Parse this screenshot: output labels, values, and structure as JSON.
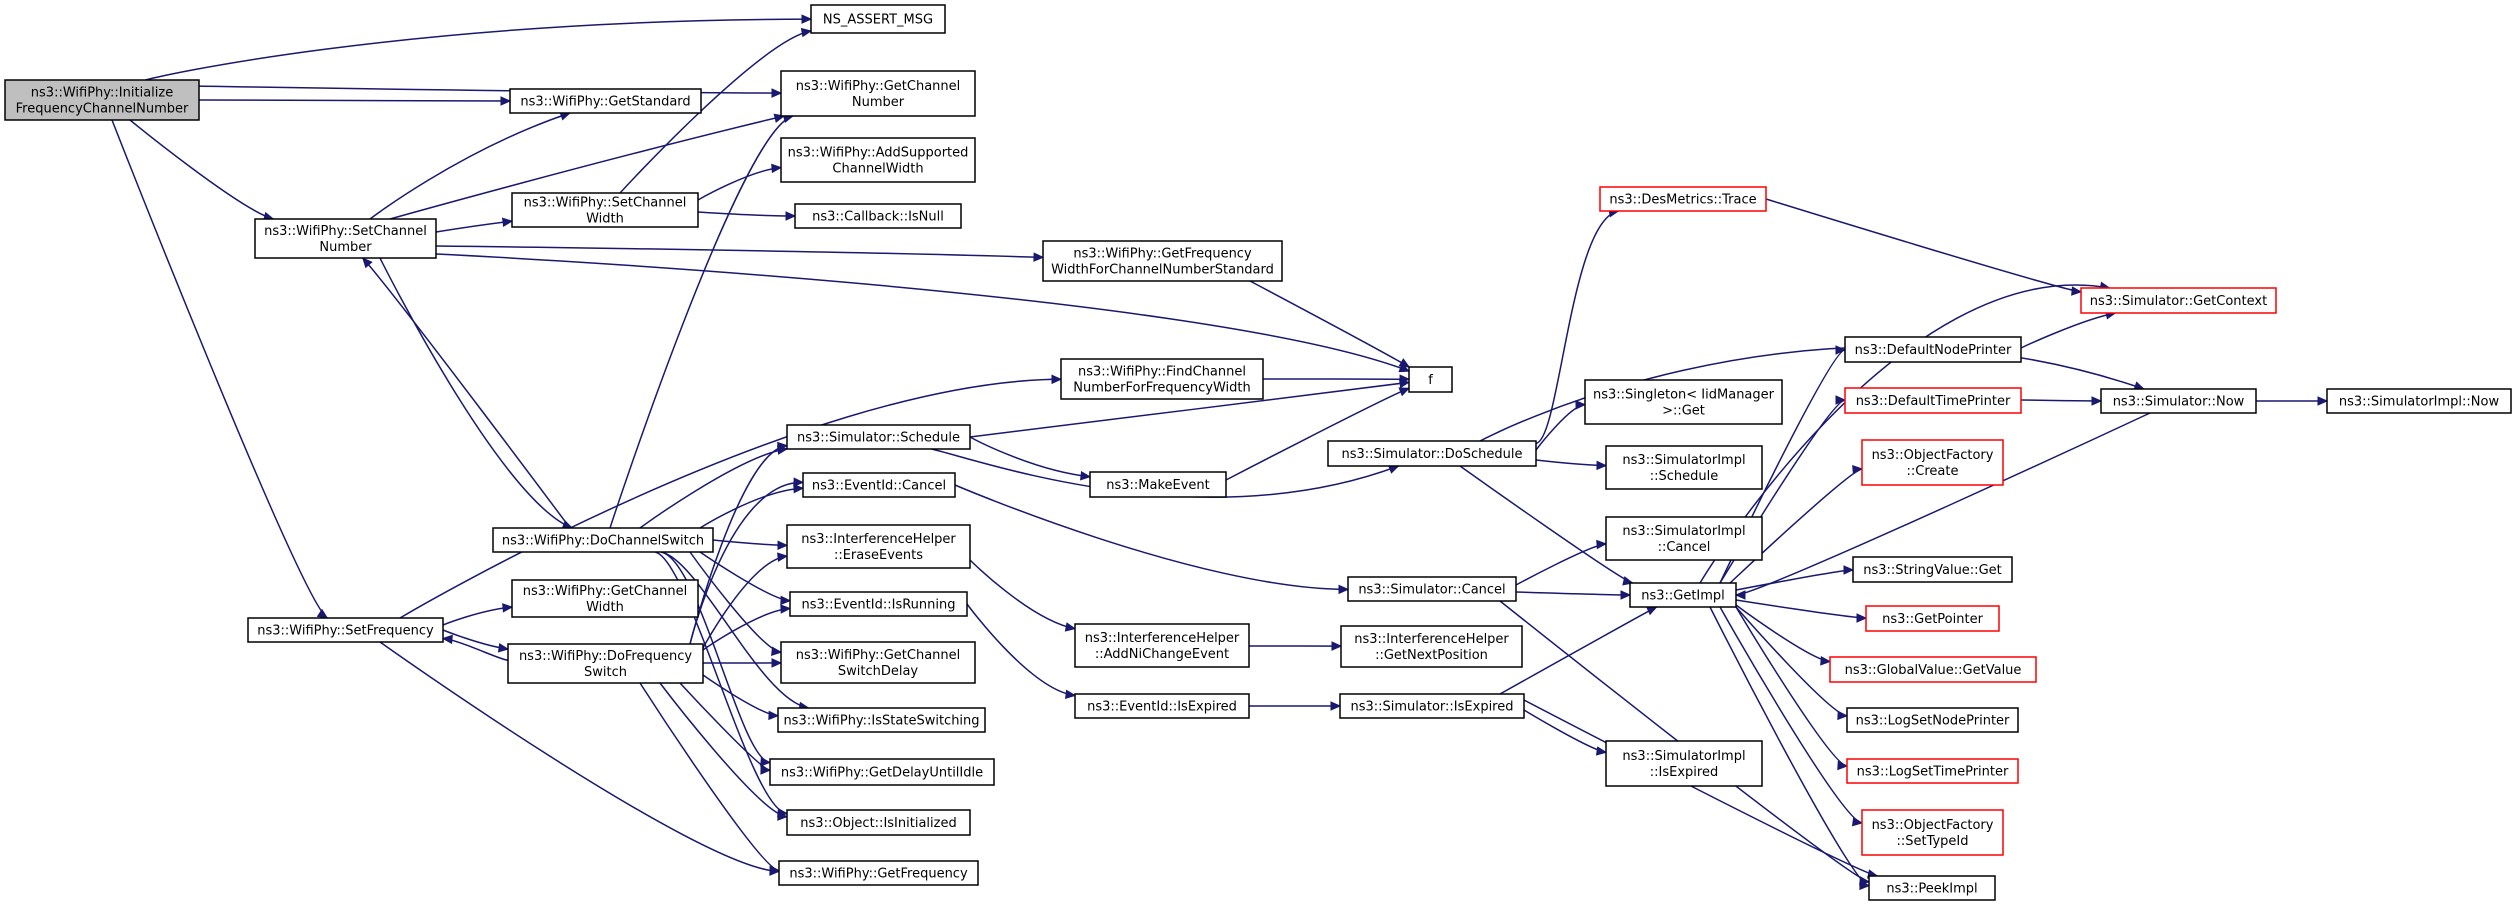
{
  "diagram": {
    "edge_color": "#191970",
    "highlight_fill": "#bfbfbf",
    "external_border_color": "#ff0000",
    "nodes": [
      {
        "id": "init",
        "lines": [
          "ns3::WifiPhy::Initialize",
          "FrequencyChannelNumber"
        ],
        "root": true
      },
      {
        "id": "assert",
        "lines": [
          "NS_ASSERT_MSG"
        ]
      },
      {
        "id": "getchan",
        "lines": [
          "ns3::WifiPhy::GetChannel",
          "Number"
        ]
      },
      {
        "id": "getstd",
        "lines": [
          "ns3::WifiPhy::GetStandard"
        ]
      },
      {
        "id": "addsup",
        "lines": [
          "ns3::WifiPhy::AddSupported",
          "ChannelWidth"
        ]
      },
      {
        "id": "setcw",
        "lines": [
          "ns3::WifiPhy::SetChannel",
          "Width"
        ]
      },
      {
        "id": "isnull",
        "lines": [
          "ns3::Callback::IsNull"
        ]
      },
      {
        "id": "setcn",
        "lines": [
          "ns3::WifiPhy::SetChannel",
          "Number"
        ]
      },
      {
        "id": "getfw",
        "lines": [
          "ns3::WifiPhy::GetFrequency",
          "WidthForChannelNumberStandard"
        ]
      },
      {
        "id": "findcn",
        "lines": [
          "ns3::WifiPhy::FindChannel",
          "NumberForFrequencyWidth"
        ]
      },
      {
        "id": "f",
        "lines": [
          "f"
        ]
      },
      {
        "id": "schedule",
        "lines": [
          "ns3::Simulator::Schedule"
        ]
      },
      {
        "id": "makeevent",
        "lines": [
          "ns3::MakeEvent"
        ]
      },
      {
        "id": "evcancel",
        "lines": [
          "ns3::EventId::Cancel"
        ]
      },
      {
        "id": "docs",
        "lines": [
          "ns3::WifiPhy::DoChannelSwitch"
        ]
      },
      {
        "id": "erase",
        "lines": [
          "ns3::InterferenceHelper",
          "::EraseEvents"
        ]
      },
      {
        "id": "getcwidth",
        "lines": [
          "ns3::WifiPhy::GetChannel",
          "Width"
        ]
      },
      {
        "id": "isrunning",
        "lines": [
          "ns3::EventId::IsRunning"
        ]
      },
      {
        "id": "setfreq",
        "lines": [
          "ns3::WifiPhy::SetFrequency"
        ]
      },
      {
        "id": "dofs",
        "lines": [
          "ns3::WifiPhy::DoFrequency",
          "Switch"
        ]
      },
      {
        "id": "getcsd",
        "lines": [
          "ns3::WifiPhy::GetChannel",
          "SwitchDelay"
        ]
      },
      {
        "id": "isss",
        "lines": [
          "ns3::WifiPhy::IsStateSwitching"
        ]
      },
      {
        "id": "getdui",
        "lines": [
          "ns3::WifiPhy::GetDelayUntilIdle"
        ]
      },
      {
        "id": "isinit",
        "lines": [
          "ns3::Object::IsInitialized"
        ]
      },
      {
        "id": "getfreq",
        "lines": [
          "ns3::WifiPhy::GetFrequency"
        ]
      },
      {
        "id": "addni",
        "lines": [
          "ns3::InterferenceHelper",
          "::AddNiChangeEvent"
        ]
      },
      {
        "id": "evexp",
        "lines": [
          "ns3::EventId::IsExpired"
        ]
      },
      {
        "id": "dessched",
        "lines": [
          "ns3::Simulator::DoSchedule"
        ]
      },
      {
        "id": "simcancel",
        "lines": [
          "ns3::Simulator::Cancel"
        ]
      },
      {
        "id": "simexp",
        "lines": [
          "ns3::Simulator::IsExpired"
        ]
      },
      {
        "id": "getnext",
        "lines": [
          "ns3::InterferenceHelper",
          "::GetNextPosition"
        ]
      },
      {
        "id": "trace",
        "lines": [
          "ns3::DesMetrics::Trace"
        ],
        "red": true
      },
      {
        "id": "singget",
        "lines": [
          "ns3::Singleton< IidManager",
          ">::Get"
        ]
      },
      {
        "id": "implsched",
        "lines": [
          "ns3::SimulatorImpl",
          "::Schedule"
        ]
      },
      {
        "id": "implcancel",
        "lines": [
          "ns3::SimulatorImpl",
          "::Cancel"
        ]
      },
      {
        "id": "getimpl",
        "lines": [
          "ns3::GetImpl"
        ]
      },
      {
        "id": "implexp",
        "lines": [
          "ns3::SimulatorImpl",
          "::IsExpired"
        ]
      },
      {
        "id": "getctx",
        "lines": [
          "ns3::Simulator::GetContext"
        ],
        "red": true
      },
      {
        "id": "dnp",
        "lines": [
          "ns3::DefaultNodePrinter"
        ]
      },
      {
        "id": "dtp",
        "lines": [
          "ns3::DefaultTimePrinter"
        ],
        "red": true
      },
      {
        "id": "simnow",
        "lines": [
          "ns3::Simulator::Now"
        ]
      },
      {
        "id": "implnow",
        "lines": [
          "ns3::SimulatorImpl::Now"
        ]
      },
      {
        "id": "ofcreate",
        "lines": [
          "ns3::ObjectFactory",
          "::Create"
        ],
        "red": true
      },
      {
        "id": "svget",
        "lines": [
          "ns3::StringValue::Get"
        ]
      },
      {
        "id": "getptr",
        "lines": [
          "ns3::GetPointer"
        ],
        "red": true
      },
      {
        "id": "gvget",
        "lines": [
          "ns3::GlobalValue::GetValue"
        ],
        "red": true
      },
      {
        "id": "lsnp",
        "lines": [
          "ns3::LogSetNodePrinter"
        ]
      },
      {
        "id": "lstp",
        "lines": [
          "ns3::LogSetTimePrinter"
        ],
        "red": true
      },
      {
        "id": "ofsettid",
        "lines": [
          "ns3::ObjectFactory",
          "::SetTypeId"
        ],
        "red": true
      },
      {
        "id": "peek",
        "lines": [
          "ns3::PeekImpl"
        ]
      }
    ]
  }
}
